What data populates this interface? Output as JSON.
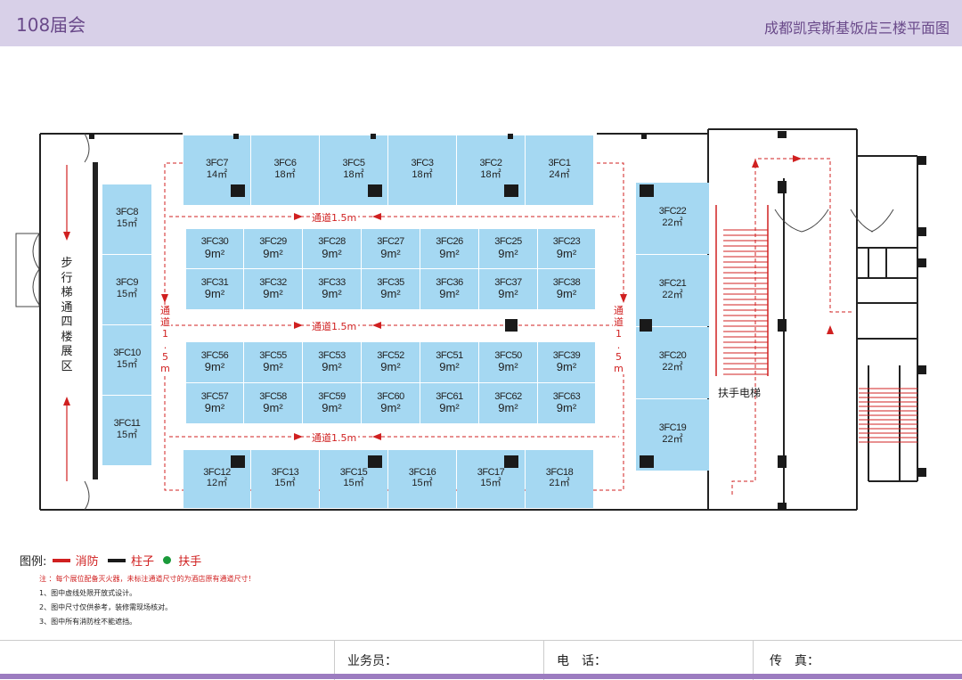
{
  "header": {
    "title_left": "108届会",
    "title_right": "成都凯宾斯基饭店三楼平面图"
  },
  "booths_top": [
    {
      "code": "3FC7",
      "area": "14㎡"
    },
    {
      "code": "3FC6",
      "area": "18㎡"
    },
    {
      "code": "3FC5",
      "area": "18㎡"
    },
    {
      "code": "3FC3",
      "area": "18㎡"
    },
    {
      "code": "3FC2",
      "area": "18㎡"
    },
    {
      "code": "3FC1",
      "area": "24㎡"
    }
  ],
  "booths_bottom": [
    {
      "code": "3FC12",
      "area": "12㎡"
    },
    {
      "code": "3FC13",
      "area": "15㎡"
    },
    {
      "code": "3FC15",
      "area": "15㎡"
    },
    {
      "code": "3FC16",
      "area": "15㎡"
    },
    {
      "code": "3FC17",
      "area": "15㎡"
    },
    {
      "code": "3FC18",
      "area": "21㎡"
    }
  ],
  "booths_left": [
    {
      "code": "3FC8",
      "area": "15㎡"
    },
    {
      "code": "3FC9",
      "area": "15㎡"
    },
    {
      "code": "3FC10",
      "area": "15㎡"
    },
    {
      "code": "3FC11",
      "area": "15㎡"
    }
  ],
  "booths_right": [
    {
      "code": "3FC22",
      "area": "22㎡"
    },
    {
      "code": "3FC21",
      "area": "22㎡"
    },
    {
      "code": "3FC20",
      "area": "22㎡"
    },
    {
      "code": "3FC19",
      "area": "22㎡"
    }
  ],
  "island_a_row1": [
    {
      "code": "3FC30",
      "area": "9m²"
    },
    {
      "code": "3FC29",
      "area": "9m²"
    },
    {
      "code": "3FC28",
      "area": "9m²"
    },
    {
      "code": "3FC27",
      "area": "9m²"
    },
    {
      "code": "3FC26",
      "area": "9m²"
    },
    {
      "code": "3FC25",
      "area": "9m²"
    },
    {
      "code": "3FC23",
      "area": "9m²"
    }
  ],
  "island_a_row2": [
    {
      "code": "3FC31",
      "area": "9m²"
    },
    {
      "code": "3FC32",
      "area": "9m²"
    },
    {
      "code": "3FC33",
      "area": "9m²"
    },
    {
      "code": "3FC35",
      "area": "9m²"
    },
    {
      "code": "3FC36",
      "area": "9m²"
    },
    {
      "code": "3FC37",
      "area": "9m²"
    },
    {
      "code": "3FC38",
      "area": "9m²"
    }
  ],
  "island_b_row1": [
    {
      "code": "3FC56",
      "area": "9m²"
    },
    {
      "code": "3FC55",
      "area": "9m²"
    },
    {
      "code": "3FC53",
      "area": "9m²"
    },
    {
      "code": "3FC52",
      "area": "9m²"
    },
    {
      "code": "3FC51",
      "area": "9m²"
    },
    {
      "code": "3FC50",
      "area": "9m²"
    },
    {
      "code": "3FC39",
      "area": "9m²"
    }
  ],
  "island_b_row2": [
    {
      "code": "3FC57",
      "area": "9m²"
    },
    {
      "code": "3FC58",
      "area": "9m²"
    },
    {
      "code": "3FC59",
      "area": "9m²"
    },
    {
      "code": "3FC60",
      "area": "9m²"
    },
    {
      "code": "3FC61",
      "area": "9m²"
    },
    {
      "code": "3FC62",
      "area": "9m²"
    },
    {
      "code": "3FC63",
      "area": "9m²"
    }
  ],
  "aisle_label": "通道1.5m",
  "aisle_vertical": "通道1.5m",
  "stair_label": "步行梯通四楼展区",
  "escalator_label": "扶手电梯",
  "legend": {
    "title": "图例:",
    "fire": "消防",
    "pillar": "柱子",
    "handrail": "扶手"
  },
  "notes": {
    "warning": "注 ：每个展位配备灭火器，未标注通道尺寸的为酒店原有通道尺寸！",
    "items": [
      "1、图中虚线处限开放式设计。",
      "2、图中尺寸仅供参考，装修需现场核对。",
      "3、图中所有消防栓不能遮挡。"
    ]
  },
  "footer": {
    "salesperson": "业务员：",
    "phone": "电　话：",
    "fax": "传　真："
  },
  "colors": {
    "booth": "#a5d8f2",
    "fire": "#d02020",
    "pillar": "#1a1a1a",
    "handrail": "#1a9a3a",
    "header": "#d8d0e8"
  }
}
